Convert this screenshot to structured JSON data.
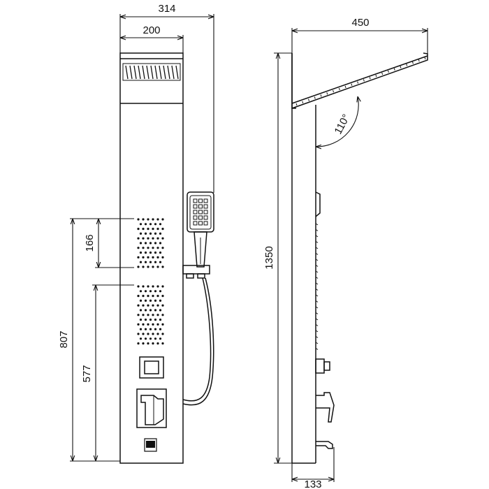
{
  "figure": {
    "stroke_color": "#111111",
    "background_color": "#ffffff"
  },
  "dimensions": {
    "total_width": "314",
    "panel_width": "200",
    "side_depth": "450",
    "total_height": "1350",
    "jet_zone_height": "166",
    "upper_jets_height": "807",
    "lower_jets_height": "577",
    "base_depth": "133",
    "head_angle": "110°"
  }
}
